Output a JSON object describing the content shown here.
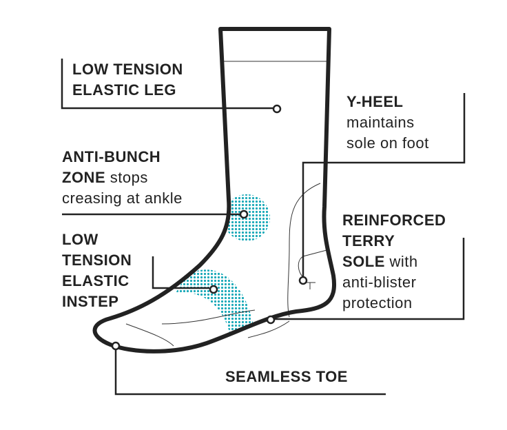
{
  "colors": {
    "outline": "#222222",
    "accent": "#1aa9b8"
  },
  "callouts": {
    "leg": {
      "line1": "LOW TENSION",
      "line2": "ELASTIC LEG"
    },
    "heel": {
      "title": "Y-HEEL",
      "line1": "maintains",
      "line2": "sole on foot"
    },
    "ankle": {
      "title": "ANTI-BUNCH",
      "bold2": "ZONE",
      "rest2": " stops",
      "line3": "creasing at ankle"
    },
    "instep": {
      "line1": "LOW",
      "line2": "TENSION",
      "line3": "ELASTIC",
      "line4": "INSTEP"
    },
    "sole": {
      "line1": "REINFORCED",
      "line2": "TERRY",
      "bold3": "SOLE",
      "rest3": " with",
      "line4": "anti-blister",
      "line5": "protection"
    },
    "toe": {
      "title": "SEAMLESS TOE"
    }
  }
}
